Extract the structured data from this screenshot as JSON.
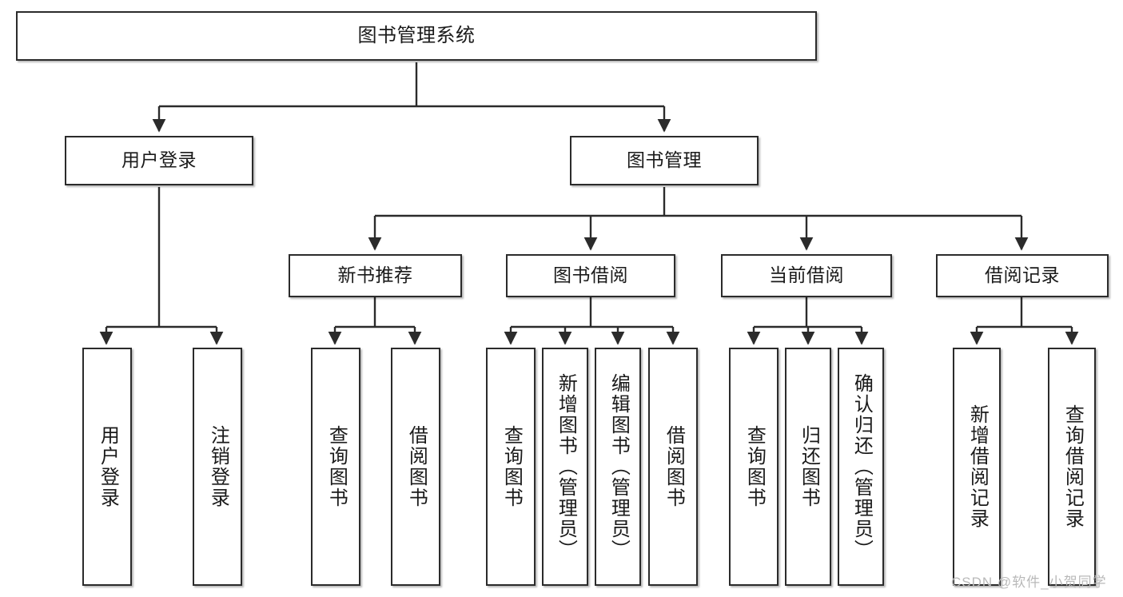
{
  "diagram": {
    "title": "图书管理系统",
    "type": "tree-hierarchy",
    "root": {
      "id": "root",
      "label": "图书管理系统"
    },
    "level1": [
      {
        "id": "user-login",
        "label": "用户登录"
      },
      {
        "id": "book-manage",
        "label": "图书管理"
      }
    ],
    "level2": [
      {
        "id": "new-book-rec",
        "label": "新书推荐",
        "parent": "book-manage"
      },
      {
        "id": "book-borrow",
        "label": "图书借阅",
        "parent": "book-manage"
      },
      {
        "id": "current-borrow",
        "label": "当前借阅",
        "parent": "book-manage"
      },
      {
        "id": "borrow-record",
        "label": "借阅记录",
        "parent": "book-manage"
      }
    ],
    "leaves": {
      "user_login": [
        {
          "id": "leaf-user-login",
          "label": "用户登录"
        },
        {
          "id": "leaf-logout",
          "label": "注销登录"
        }
      ],
      "new_book_rec": [
        {
          "id": "leaf-query-book-1",
          "label": "查询图书"
        },
        {
          "id": "leaf-borrow-book-1",
          "label": "借阅图书"
        }
      ],
      "book_borrow": [
        {
          "id": "leaf-query-book-2",
          "label": "查询图书"
        },
        {
          "id": "leaf-add-book",
          "label": "新增图书（管理员）"
        },
        {
          "id": "leaf-edit-book",
          "label": "编辑图书（管理员）"
        },
        {
          "id": "leaf-borrow-book-2",
          "label": "借阅图书"
        }
      ],
      "current_borrow": [
        {
          "id": "leaf-query-book-3",
          "label": "查询图书"
        },
        {
          "id": "leaf-return-book",
          "label": "归还图书"
        },
        {
          "id": "leaf-confirm-return",
          "label": "确认归还（管理员）"
        }
      ],
      "borrow_record": [
        {
          "id": "leaf-add-record",
          "label": "新增借阅记录"
        },
        {
          "id": "leaf-query-record",
          "label": "查询借阅记录"
        }
      ]
    }
  },
  "watermark": {
    "text": "CSDN @软件_小贺同学"
  },
  "colors": {
    "background": "#ffffff",
    "node_border": "#2b2b2b",
    "node_fill": "#ffffff",
    "text": "#1a1a1a",
    "edge": "#2b2b2b",
    "watermark": "#b9b9b9"
  }
}
